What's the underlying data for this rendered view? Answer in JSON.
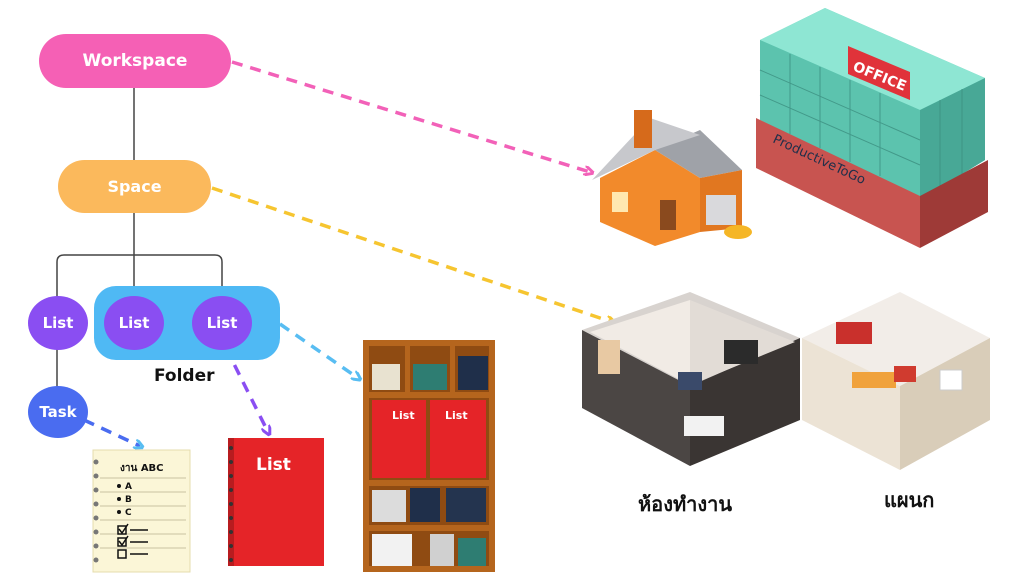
{
  "nodes": {
    "workspace": "Workspace",
    "space": "Space",
    "list_a": "List",
    "list_b": "List",
    "list_c": "List",
    "folder": "Folder",
    "task": "Task"
  },
  "illustrations": {
    "office_sign": "OFFICE",
    "office_brand": "ProductiveToGo",
    "checklist_title": "งาน ABC",
    "checklist_items": [
      "A",
      "B",
      "C"
    ],
    "red_book_label": "List",
    "shelf_book_left": "List",
    "shelf_book_right": "List",
    "room_label_1": "ห้องทำงาน",
    "room_label_2": "แผนก"
  },
  "colors": {
    "workspace": "#f560b5",
    "space": "#fbb95c",
    "list": "#8a4ef2",
    "folder": "#4fb9f4",
    "task": "#4a6cf0",
    "arrow_pink": "#f261b8",
    "arrow_yellow": "#f6c530",
    "arrow_purple": "#8a4ef2",
    "arrow_blue": "#58bdf2",
    "book_red": "#e52428"
  },
  "icons": [
    "house-icon",
    "office-building-icon",
    "checklist-icon",
    "notebook-icon",
    "bookshelf-icon",
    "room-icon"
  ]
}
